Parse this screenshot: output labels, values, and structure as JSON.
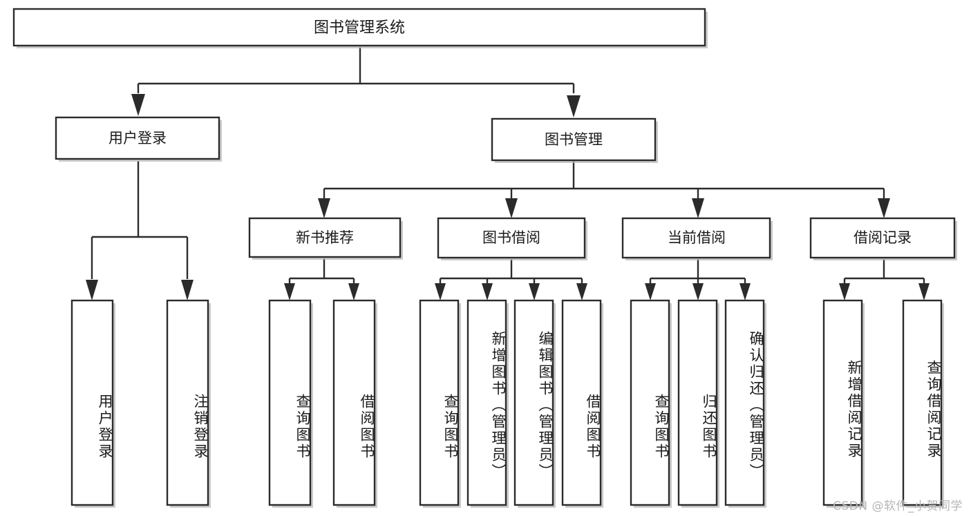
{
  "diagram": {
    "type": "tree",
    "title": "图书管理系统",
    "watermark": "CSDN @软件_小贺同学",
    "colors": {
      "background": "#ffffff",
      "box_fill": "#ffffff",
      "box_stroke": "#2b2b2b",
      "connector": "#2b2b2b",
      "text": "#1a1a1a",
      "watermark": "#b5b5b5"
    },
    "root": {
      "label": "图书管理系统",
      "level": 0
    },
    "level1": [
      {
        "label": "用户登录"
      },
      {
        "label": "图书管理"
      }
    ],
    "level2_under_book_management": [
      {
        "label": "新书推荐"
      },
      {
        "label": "图书借阅"
      },
      {
        "label": "当前借阅"
      },
      {
        "label": "借阅记录"
      }
    ],
    "leaves_user_login": [
      {
        "label": "用户登录"
      },
      {
        "label": "注销登录"
      }
    ],
    "leaves_new_book": [
      {
        "label": "查询图书"
      },
      {
        "label": "借阅图书"
      }
    ],
    "leaves_borrow_book": [
      {
        "label": "查询图书"
      },
      {
        "label": "新增图书（管理员）"
      },
      {
        "label": "编辑图书（管理员）"
      },
      {
        "label": "借阅图书"
      }
    ],
    "leaves_current_borrow": [
      {
        "label": "查询图书"
      },
      {
        "label": "归还图书"
      },
      {
        "label": "确认归还（管理员）"
      }
    ],
    "leaves_borrow_record": [
      {
        "label": "新增借阅记录"
      },
      {
        "label": "查询借阅记录"
      }
    ]
  }
}
